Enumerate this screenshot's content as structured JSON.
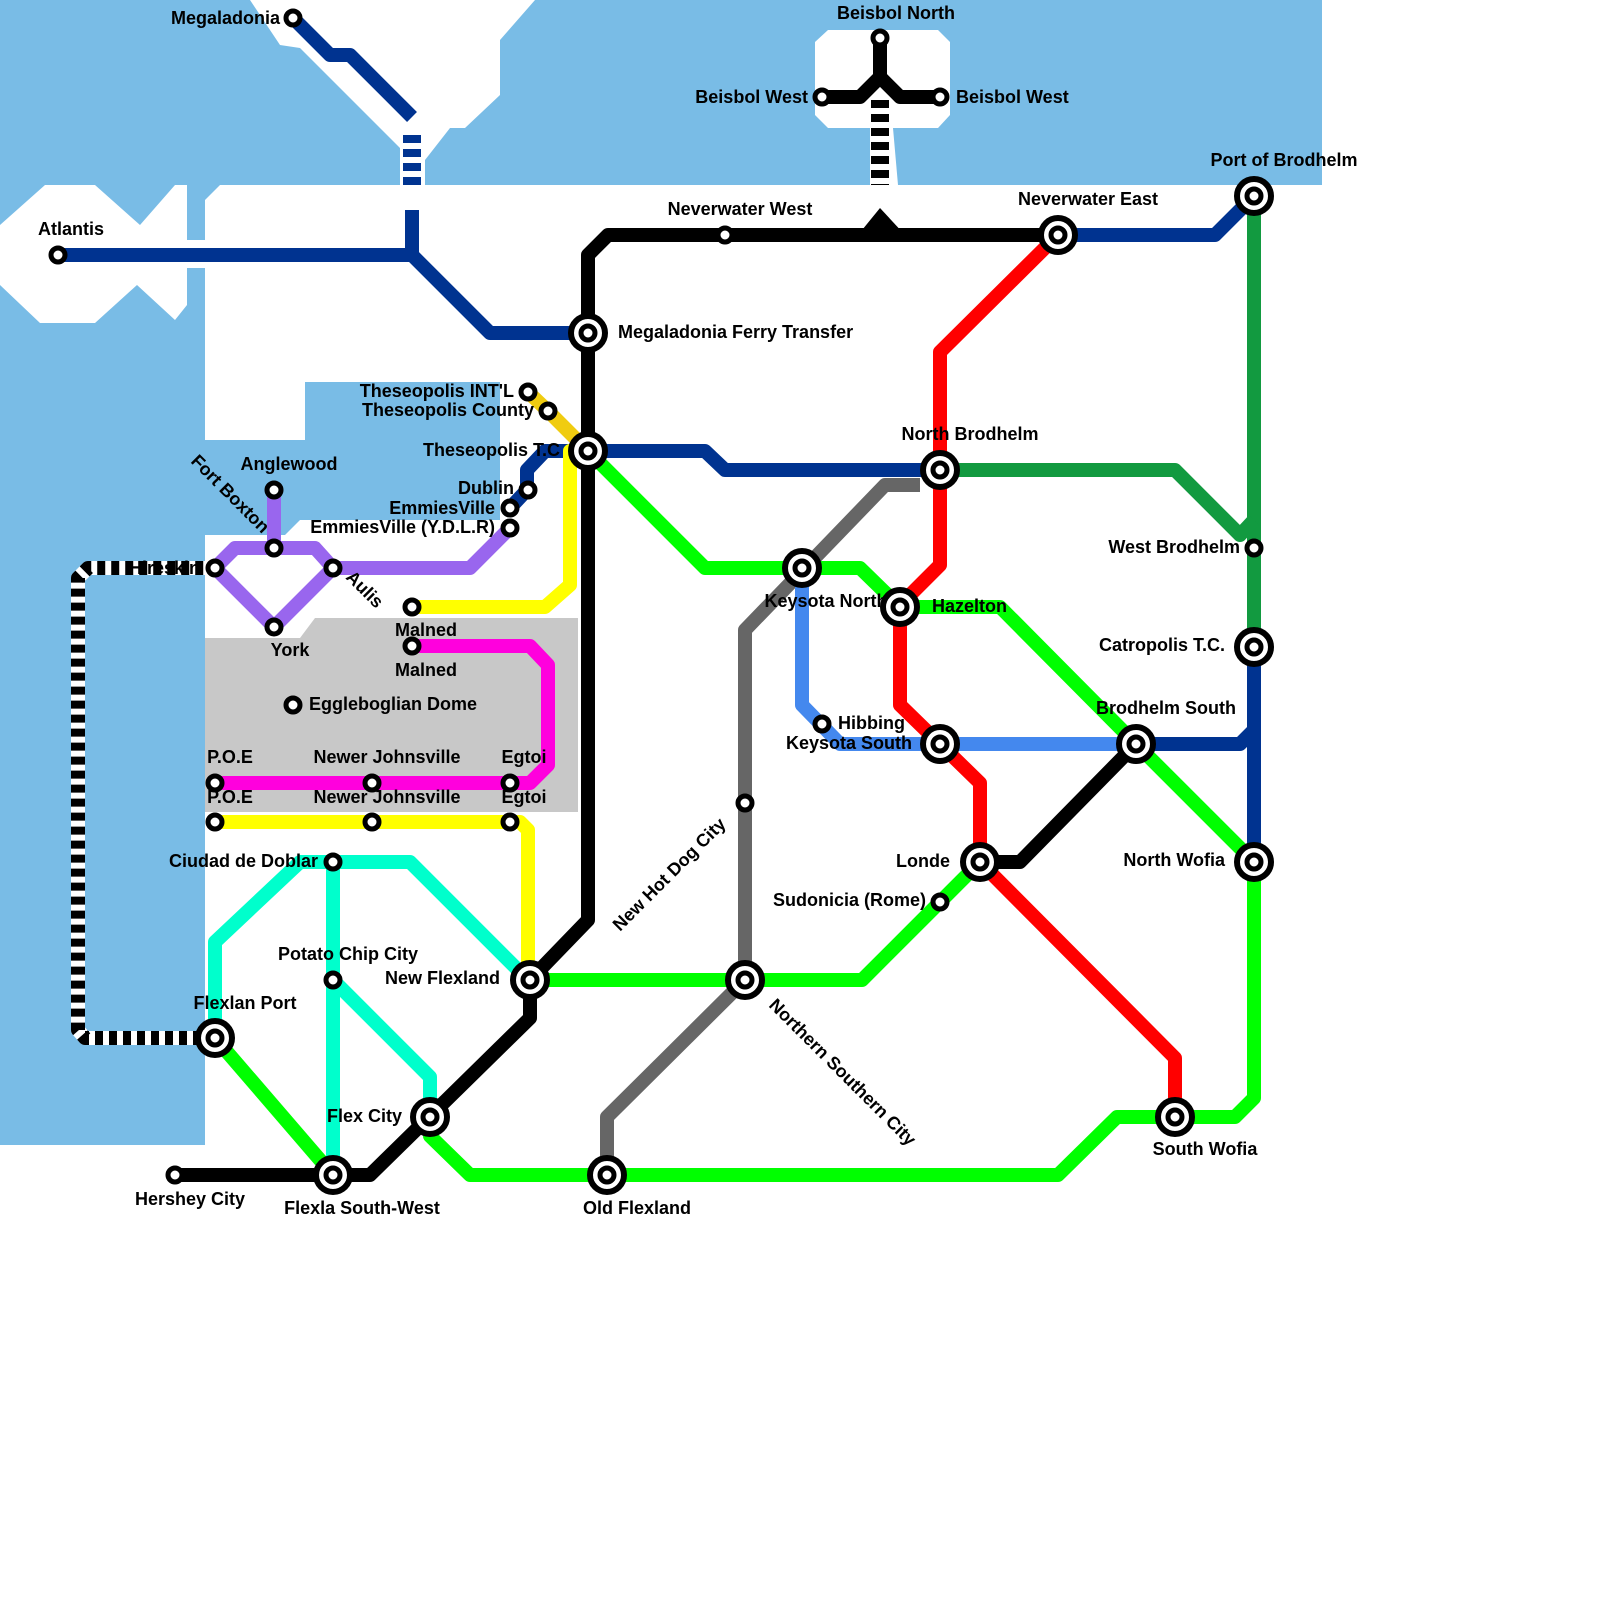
{
  "colors": {
    "water": "#79bce6",
    "park": "#c8c8c8",
    "navy": "#003390",
    "black": "#000000",
    "red": "#ff0000",
    "green": "#00ff00",
    "darkgreen": "#129a40",
    "gray": "#666666",
    "blue": "#4488ee",
    "purple": "#9966ee",
    "yellow": "#ffff00",
    "magenta": "#ff00dd",
    "cyan": "#00ffcc",
    "gold": "#f0cc10"
  },
  "stations": [
    {
      "name": "Megaladonia",
      "interchange": false
    },
    {
      "name": "Atlantis",
      "interchange": false
    },
    {
      "name": "Beisbol North",
      "interchange": false
    },
    {
      "name": "Beisbol West",
      "interchange": false
    },
    {
      "name": "Beisbol West",
      "interchange": false
    },
    {
      "name": "Neverwater West",
      "interchange": false
    },
    {
      "name": "Neverwater East",
      "interchange": true
    },
    {
      "name": "Port of Brodhelm",
      "interchange": true
    },
    {
      "name": "Megaladonia Ferry Transfer",
      "interchange": true
    },
    {
      "name": "Theseopolis INT'L",
      "interchange": false
    },
    {
      "name": "Theseopolis County",
      "interchange": false
    },
    {
      "name": "Theseopolis T.C",
      "interchange": true
    },
    {
      "name": "Dublin",
      "interchange": false
    },
    {
      "name": "EmmiesVille",
      "interchange": false
    },
    {
      "name": "EmmiesVille (Y.D.L.R)",
      "interchange": false
    },
    {
      "name": "Anglewood",
      "interchange": false
    },
    {
      "name": "Fort Boxton",
      "interchange": false
    },
    {
      "name": "Hireskin",
      "interchange": false
    },
    {
      "name": "Aulis",
      "interchange": false
    },
    {
      "name": "York",
      "interchange": false
    },
    {
      "name": "Malned",
      "interchange": false
    },
    {
      "name": "Malned",
      "interchange": false
    },
    {
      "name": "Eggleboglian Dome",
      "interchange": false
    },
    {
      "name": "P.O.E",
      "interchange": false
    },
    {
      "name": "Newer Johnsville",
      "interchange": false
    },
    {
      "name": "Egtoi",
      "interchange": false
    },
    {
      "name": "P.O.E",
      "interchange": false
    },
    {
      "name": "Newer Johnsville",
      "interchange": false
    },
    {
      "name": "Egtoi",
      "interchange": false
    },
    {
      "name": "Ciudad de Doblar",
      "interchange": false
    },
    {
      "name": "Potato Chip City",
      "interchange": false
    },
    {
      "name": "Flexlan Port",
      "interchange": true
    },
    {
      "name": "New Flexland",
      "interchange": true
    },
    {
      "name": "Flex City",
      "interchange": true
    },
    {
      "name": "Hershey City",
      "interchange": false
    },
    {
      "name": "Flexla South-West",
      "interchange": true
    },
    {
      "name": "Old Flexland",
      "interchange": true
    },
    {
      "name": "North Brodhelm",
      "interchange": true
    },
    {
      "name": "Keysota North",
      "interchange": true
    },
    {
      "name": "Hazelton",
      "interchange": true
    },
    {
      "name": "Hibbing",
      "interchange": false
    },
    {
      "name": "Keysota South",
      "interchange": true
    },
    {
      "name": "New Hot Dog City",
      "interchange": false
    },
    {
      "name": "Northern Southern City",
      "interchange": true
    },
    {
      "name": "Londe",
      "interchange": true
    },
    {
      "name": "Sudonicia (Rome)",
      "interchange": false
    },
    {
      "name": "Brodhelm South",
      "interchange": true
    },
    {
      "name": "West Brodhelm",
      "interchange": false
    },
    {
      "name": "Catropolis T.C.",
      "interchange": true
    },
    {
      "name": "North Wofia",
      "interchange": true
    },
    {
      "name": "South Wofia",
      "interchange": true
    }
  ]
}
